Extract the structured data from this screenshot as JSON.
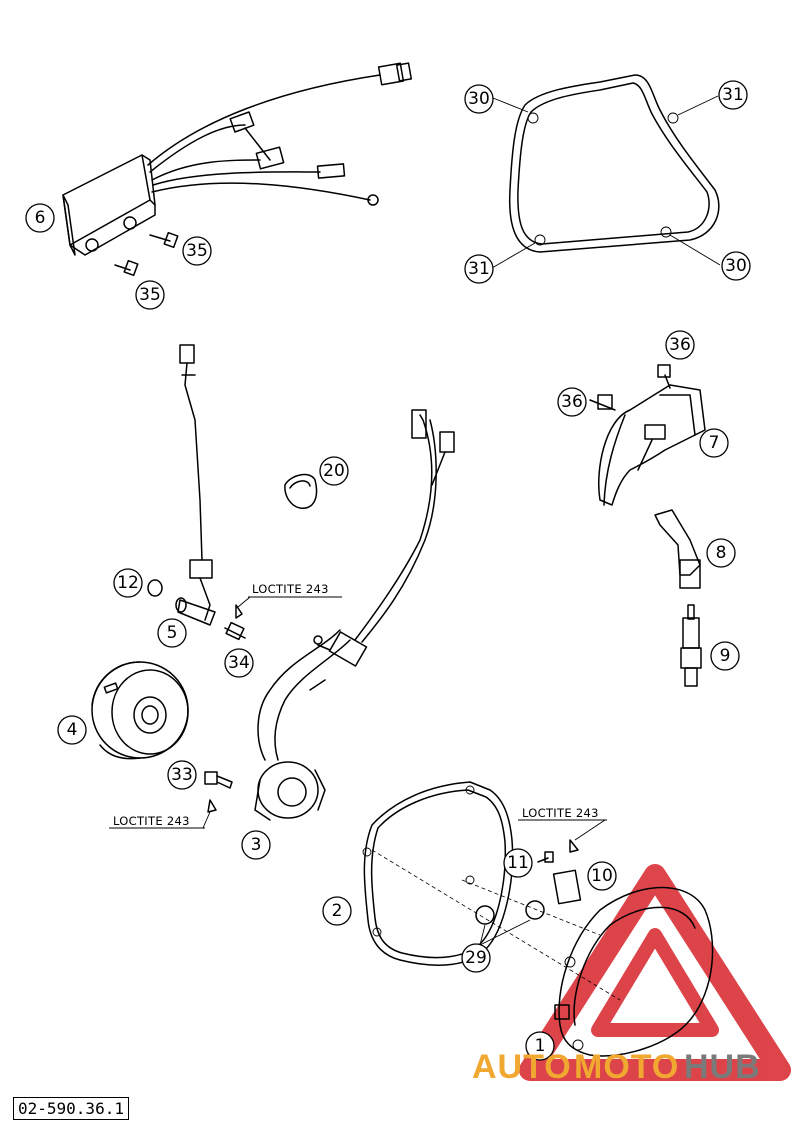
{
  "diagram": {
    "reference": "02-590.36.1",
    "loctite_label": "LOCTITE 243",
    "watermark": {
      "part1": "AUTO",
      "part2": "MOTO",
      "part3": "HUB",
      "color_orange": "#f0a830",
      "color_gray": "#7a7a7a",
      "color_red": "#d8242a"
    },
    "callouts": [
      "30",
      "31",
      "31",
      "30",
      "6",
      "35",
      "35",
      "36",
      "36",
      "7",
      "20",
      "8",
      "9",
      "12",
      "5",
      "34",
      "4",
      "33",
      "3",
      "2",
      "11",
      "10",
      "29",
      "1"
    ]
  }
}
